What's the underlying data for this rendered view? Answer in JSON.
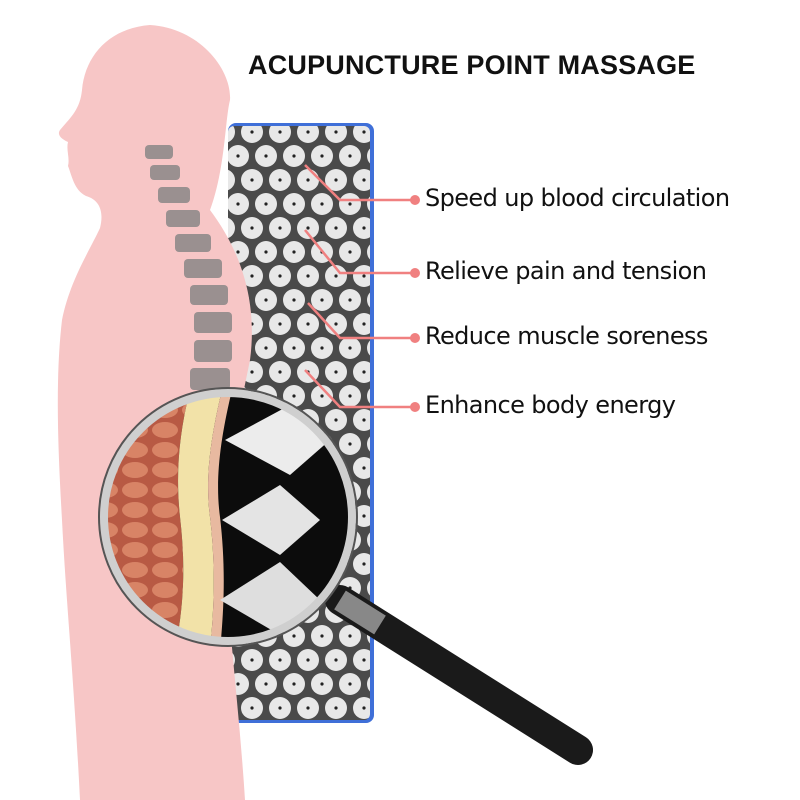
{
  "title": "ACUPUNCTURE POINT MASSAGE",
  "benefits": [
    {
      "label": "Speed up blood circulation"
    },
    {
      "label": "Relieve pain and tension"
    },
    {
      "label": "Reduce muscle soreness"
    },
    {
      "label": "Enhance body energy"
    }
  ],
  "colors": {
    "body": "#f7c6c6",
    "mat": "#4a4a4a",
    "mat_border": "#3f6fd8",
    "callout": "#f08080",
    "spine": "#9a9090"
  }
}
